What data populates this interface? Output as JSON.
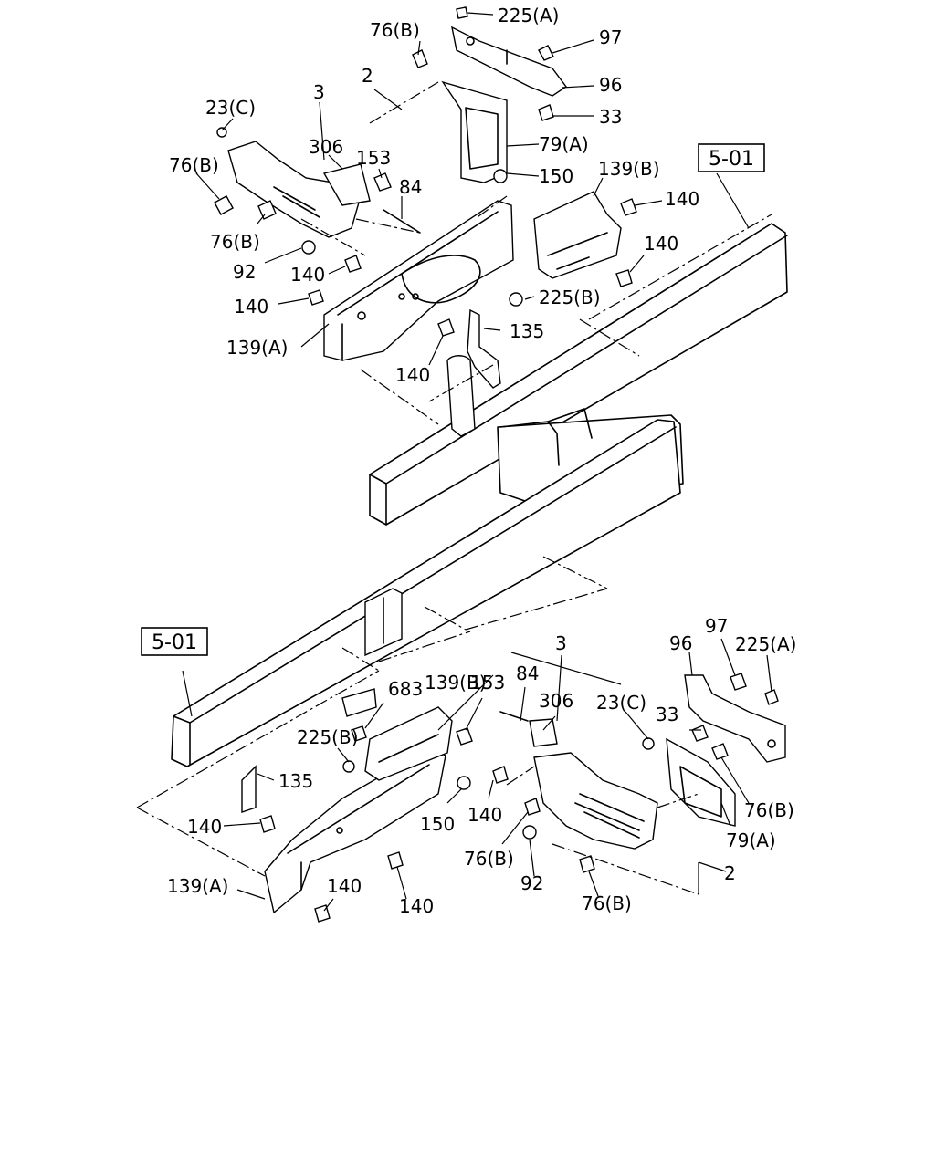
{
  "title": "",
  "upper_view": {
    "ref_box": "5-01",
    "labels": {
      "l225a": "225(A)",
      "l76b_top": "76(B)",
      "l97": "97",
      "l96": "96",
      "l2": "2",
      "l33": "33",
      "l3": "3",
      "l23c": "23(C)",
      "l306": "306",
      "l153": "153",
      "l79a": "79(A)",
      "l150": "150",
      "l76b_left": "76(B)",
      "l84": "84",
      "l139b": "139(B)",
      "l140_right": "140",
      "l76b_mid": "76(B)",
      "l140_r2": "140",
      "l92": "92",
      "l140_mid": "140",
      "l225b": "225(B)",
      "l140_left": "140",
      "l135": "135",
      "l139a": "139(A)",
      "l140_bot": "140"
    }
  },
  "lower_view": {
    "ref_box": "5-01",
    "labels": {
      "l96": "96",
      "l97": "97",
      "l225a": "225(A)",
      "l139b": "139(B)",
      "l3": "3",
      "l683": "683",
      "l153": "153",
      "l84": "84",
      "l306": "306",
      "l23c": "23(C)",
      "l33": "33",
      "l225b": "225(B)",
      "l135": "135",
      "l150": "150",
      "l140_mid": "140",
      "l76b_right": "76(B)",
      "l79a": "79(A)",
      "l140_left": "140",
      "l76b_mid": "76(B)",
      "l92": "92",
      "l2": "2",
      "l139a": "139(A)",
      "l140_b1": "140",
      "l140_b2": "140",
      "l76b_bot": "76(B)"
    }
  },
  "colors": {
    "ink": "#000000",
    "paper": "#ffffff"
  }
}
